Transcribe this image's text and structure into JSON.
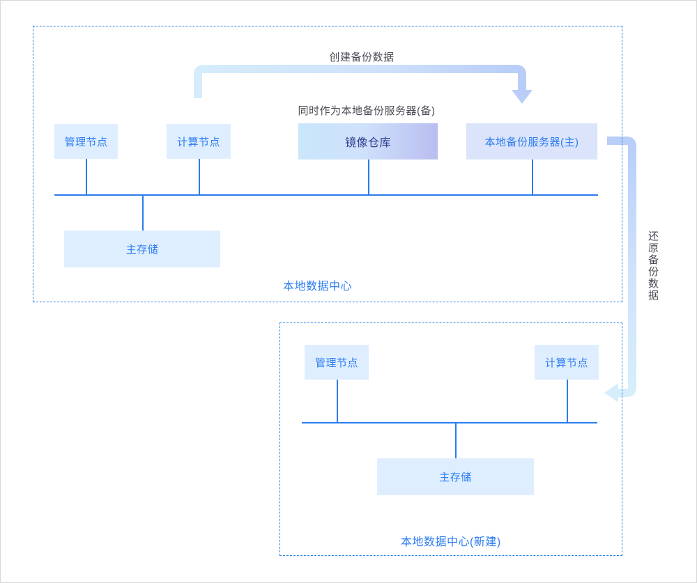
{
  "diagram": {
    "title_top_annotation": "创建备份数据",
    "mirror_note": "同时作为本地备份服务器(备)",
    "restore_annotation": "还原备份数据",
    "colors": {
      "node_fill": "#dfeeff",
      "node_text": "#2b7cf0",
      "periwinkle_fill": "#dbe4fb",
      "gradient_from": "#c9e6fb",
      "gradient_to": "#b9bdf0",
      "line": "#2b7cf0",
      "dashed_border": "#2f7fe0",
      "arrow_light": "#d6ecfb",
      "arrow_mid": "#bcd4fb",
      "note_text": "#4a4a55"
    }
  },
  "top_datacenter": {
    "label": "本地数据中心",
    "nodes": [
      {
        "name": "management-node",
        "label": "管理节点"
      },
      {
        "name": "compute-node",
        "label": "计算节点"
      },
      {
        "name": "image-repository",
        "label": "镜像仓库"
      },
      {
        "name": "local-backup-server",
        "label": "本地备份服务器(主)"
      }
    ],
    "storage": {
      "name": "primary-storage",
      "label": "主存储"
    }
  },
  "bottom_datacenter": {
    "label": "本地数据中心(新建)",
    "nodes": [
      {
        "name": "management-node",
        "label": "管理节点"
      },
      {
        "name": "compute-node",
        "label": "计算节点"
      }
    ],
    "storage": {
      "name": "primary-storage",
      "label": "主存储"
    }
  }
}
